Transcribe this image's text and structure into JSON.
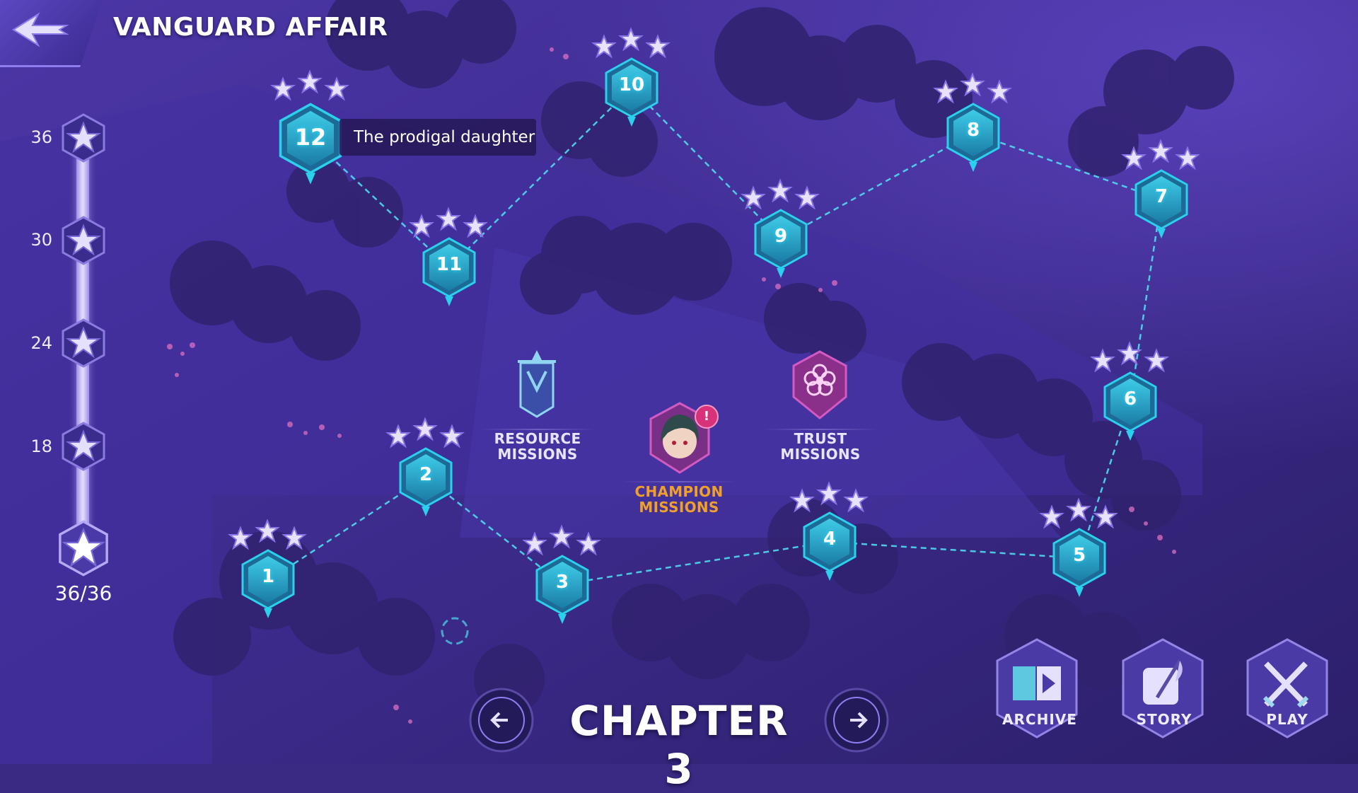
{
  "header": {
    "title": "VANGUARD AFFAIR"
  },
  "progress": {
    "milestones": [
      "36",
      "30",
      "24",
      "18"
    ],
    "total": "36/36"
  },
  "stages": {
    "s1": "1",
    "s2": "2",
    "s3": "3",
    "s4": "4",
    "s5": "5",
    "s6": "6",
    "s7": "7",
    "s8": "8",
    "s9": "9",
    "s10": "10",
    "s11": "11",
    "s12": "12"
  },
  "tooltip": {
    "text": "The prodigal daughter"
  },
  "missions": {
    "resource": [
      "RESOURCE",
      "MISSIONS"
    ],
    "champion": [
      "CHAMPION",
      "MISSIONS"
    ],
    "trust": [
      "TRUST",
      "MISSIONS"
    ],
    "champion_badge": "!"
  },
  "footer": {
    "chapter": "CHAPTER 3",
    "archive": "ARCHIVE",
    "story": "STORY",
    "play": "PLAY"
  },
  "colors": {
    "accent": "#35c9e8",
    "gold": "#f0a02a",
    "background": "#3b2a84",
    "badge": "#d8327a"
  }
}
